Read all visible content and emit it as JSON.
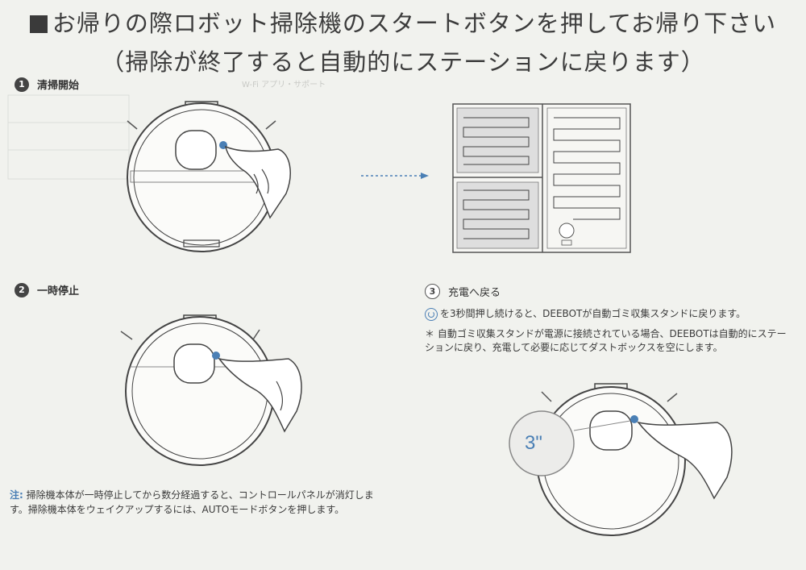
{
  "title_line1": "お帰りの際ロボット掃除機のスタートボタンを押してお帰り下さい",
  "title_line2": "（掃除が終了すると自動的にステーションに戻ります）",
  "steps": [
    {
      "number": "1",
      "label": "清掃開始"
    },
    {
      "number": "2",
      "label": "一時停止"
    },
    {
      "number": "3",
      "label": "充電へ戻る"
    }
  ],
  "step3_text": "を3秒間押し続けると、DEEBOTが自動ゴミ収集スタンドに戻ります。",
  "step3_note": "＊ 自動ゴミ収集スタンドが電源に接続されている場合、DEEBOTは自動的にステーションに戻り、充電して必要に応じてダストボックスを空にします。",
  "callout": "3\"",
  "note_label": "注:",
  "note_text": "掃除機本体が一時停止してから数分経過すると、コントロールパネルが消灯します。掃除機本体をウェイクアップするには、AUTOモードボタンを押します。",
  "colors": {
    "accent": "#4a7fb5",
    "ink": "#3a3a3a",
    "paper": "#f1f2ee"
  }
}
